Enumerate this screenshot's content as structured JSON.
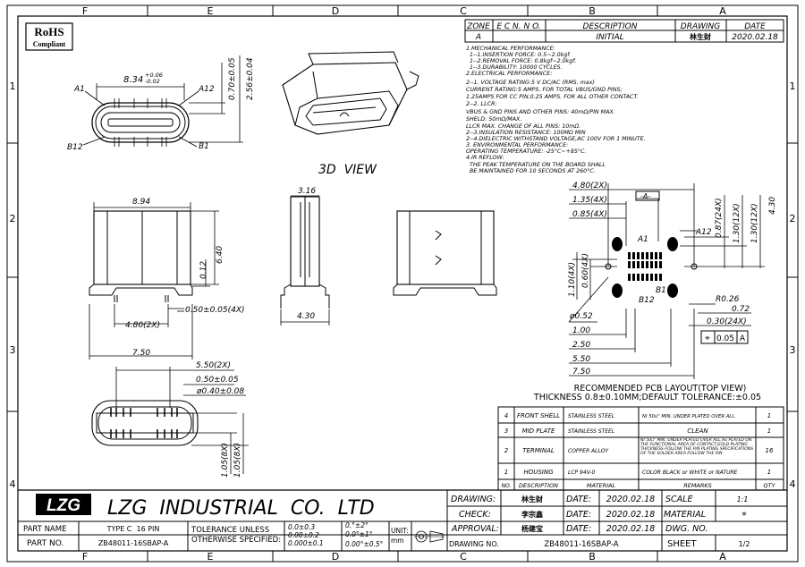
{
  "border": {
    "columns_top": [
      "F",
      "E",
      "D",
      "C",
      "B",
      "A"
    ],
    "columns_bottom": [
      "F",
      "E",
      "D",
      "C",
      "B",
      "A"
    ],
    "rows_left": [
      "1",
      "2",
      "3",
      "4"
    ],
    "rows_right": [
      "1",
      "2",
      "3",
      "4"
    ]
  },
  "badge": {
    "line1": "RoHS",
    "line2": "Compliant"
  },
  "revision": {
    "headers": [
      "ZONE",
      "E C N. N O.",
      "DESCRIPTION",
      "DRAWING",
      "DATE"
    ],
    "row": [
      "A",
      "",
      "INITIAL",
      "林生财",
      "2020.02.18"
    ]
  },
  "notes": [
    "1.MECHANICAL PERFORMANCE:",
    "  1--1.INSERTION FORCE: 0.5~2.0kgf.",
    "  1--2.REMOVAL FORCE: 0.8kgf~2.0kgf.",
    "  1--3.DURABILITY: 10000 CYCLES.",
    "2.ELECTRICAL PERFORMANCE:",
    "2--1. VOLTAGE RATING:5 V DC/AC (RMS. max)",
    "CURRENT RATING:5 AMPS. FOR TOTAL VBUS/GND PINS;",
    "1.25AMPS FOR CC PIN,0.25 AMPS. FOR ALL OTHER  CONTACT.",
    "2--2. LLCR:",
    "VBUS & GND PINS AND OTHER PINS: 40mΩ/PIN MAX.",
    "SHELD: 50mΩ/MAX.",
    "LLCR MAX. CHANGE OF ALL PINS: 10mΩ.",
    "2--3.INSULATION RESISTANCE: 100MΩ  MIN",
    "2--4.DIELECTRIC WITHSTAND VOLTAGE,AC 100V FOR 1 MINUTE.",
    "3. ENVIRONMENTAL PERFORMANCE:",
    "OPERATING TEMPERATURE: -25°C~+85°C.",
    "4.IR REFLOW:",
    "  THE PEAK TEMPERATURE ON THE BOARD SHALL",
    "  BE MAINTAINED FOR 10 SECONDS AT 260°C."
  ],
  "front_view": {
    "dim_width": "8.34",
    "tol_plus": "+0.06",
    "tol_minus": "-0.02",
    "dim_h1": "0.70±0.05",
    "dim_h2": "2.56±0.04",
    "pin_a1": "A1",
    "pin_a12": "A12",
    "pin_b12": "B12",
    "pin_b1": "B1"
  },
  "view_3d_label": "3D  VIEW",
  "side_view": {
    "dim_width": "8.94",
    "dim_height": "6.40",
    "dim_small": "0.12",
    "dim_pitch": "4.80(2X)",
    "dim_tab": "0.50±0.05(4X)",
    "dim_total": "7.50"
  },
  "end_view": {
    "dim_top": "3.16",
    "dim_bottom": "4.30"
  },
  "bottom_view": {
    "dim_a": "5.50(2X)",
    "dim_b": "0.50±0.05",
    "dim_c": "ø0.40±0.08",
    "dim_d": "1.05(8X)",
    "dim_e": "1.05(8X)"
  },
  "pcb": {
    "dim_480": "4.80(2X)",
    "dim_135": "1.35(4X)",
    "dim_085": "0.85(4X)",
    "datum": "-A-",
    "pin_a1": "A1",
    "pin_a12": "A12",
    "pin_b1": "B1",
    "pin_b12": "B12",
    "dim_087": "0.87(24X)",
    "dim_130a": "1.30(12X)",
    "dim_130b": "1.30(12X)",
    "dim_430": "4.30",
    "dim_110": "1.10(4X)",
    "dim_060": "0.60(4X)",
    "dim_r026": "R0.26",
    "dim_052": "ø0.52",
    "dim_072": "0.72",
    "dim_030": "0.30(24X)",
    "rows": [
      "1.00",
      "2.50",
      "5.50",
      "7.50"
    ],
    "tolerance_frame": [
      "⌖",
      "0.05",
      "A"
    ],
    "caption1": "RECOMMENDED PCB LAYOUT(TOP VIEW)",
    "caption2": "THICKNESS 0.8±0.10MM;DEFAULT TOLERANCE:±0.05"
  },
  "bom": {
    "headers": [
      "NO.",
      "DESCRIPTION",
      "MATERIAL",
      "REMARKS",
      "QTY"
    ],
    "rows": [
      {
        "no": "4",
        "desc": "FRONT SHELL",
        "material": "STAINLESS STEEL",
        "remarks": "NI 50u\" MIN. UNDER PLATED OVER ALL.",
        "qty": "1"
      },
      {
        "no": "3",
        "desc": "MID PLATE",
        "material": "STAINLESS STEEL",
        "remarks": "CLEAN",
        "qty": "1"
      },
      {
        "no": "2",
        "desc": "TERMINAL",
        "material": "COPPER ALLOY",
        "remarks": "NI 50u\" MIN. UNDER PLATED OVER ALL,Au PLATED ON THE FUNCTIONAL AREA OF CONTACT,GOLD PLATING THICKNESS FOLLOW THE P/N PLATING SPECIFICATIONS OF THE SOLDER AREA FOLLOW THE P/N",
        "qty": "16"
      },
      {
        "no": "1",
        "desc": "HOUSING",
        "material": "LCP 94V-0",
        "remarks": "COLOR BLACK or WHITE or NATURE",
        "qty": "1"
      }
    ]
  },
  "title_block": {
    "logo": "LZG",
    "company": "LZG  INDUSTRIAL  CO.  LTD",
    "part_name_label": "PART NAME",
    "part_name": "TYPE C  16 PIN",
    "part_no_label": "PART NO.",
    "part_no": "ZB48011-16SBAP-A",
    "tolerance_label1": "TOLERANCE UNLESS",
    "tolerance_label2": "OTHERWISE SPECIFIED:",
    "tol1": "0.0±0.3",
    "tol2": "0.00±0.2",
    "tol3": "0.000±0.1",
    "ang1": "0.°±2°",
    "ang2": "0.0°±1°",
    "ang3": "0.00°±0.5°",
    "unit_label": "UNIT:",
    "unit": "mm",
    "drawing_label": "DRAWING:",
    "drawing_by": "林生财",
    "check_label": "CHECK:",
    "check_by": "李宗鑫",
    "approval_label": "APPROVAL:",
    "approval_by": "杨建宝",
    "date_label": "DATE:",
    "date1": "2020.02.18",
    "date2": "2020.02.18",
    "date3": "2020.02.18",
    "scale_label": "SCALE",
    "scale": "1:1",
    "material_label": "MATERIAL",
    "material": "*",
    "dwg_label": "DWG. NO.",
    "drawing_no_label": "DRAWING NO.",
    "drawing_no": "ZB48011-16SBAP-A",
    "sheet_label": "SHEET",
    "sheet": "1/2"
  }
}
